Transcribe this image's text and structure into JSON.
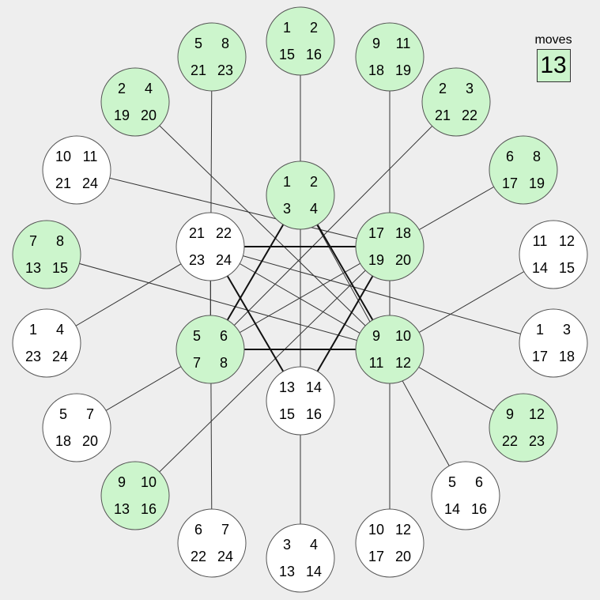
{
  "colors": {
    "background": "#eeeeee",
    "green": "#ccf5cc",
    "white": "#ffffff",
    "stroke": "#555555",
    "edge": "#333333",
    "triangle": "#111111"
  },
  "moves": {
    "label": "moves",
    "value": "13"
  },
  "nodes": [
    {
      "id": "center-top",
      "state": "green",
      "nums": [
        "1",
        "2",
        "3",
        "4"
      ]
    },
    {
      "id": "center-upper-right",
      "state": "green",
      "nums": [
        "17",
        "18",
        "19",
        "20"
      ]
    },
    {
      "id": "center-lower-right",
      "state": "green",
      "nums": [
        "9",
        "10",
        "11",
        "12"
      ]
    },
    {
      "id": "center-bottom",
      "state": "white",
      "nums": [
        "13",
        "14",
        "15",
        "16"
      ]
    },
    {
      "id": "center-lower-left",
      "state": "green",
      "nums": [
        "5",
        "6",
        "7",
        "8"
      ]
    },
    {
      "id": "center-upper-left",
      "state": "white",
      "nums": [
        "21",
        "22",
        "23",
        "24"
      ]
    },
    {
      "id": "outer-0",
      "state": "green",
      "nums": [
        "1",
        "2",
        "15",
        "16"
      ]
    },
    {
      "id": "outer-1",
      "state": "green",
      "nums": [
        "9",
        "11",
        "18",
        "19"
      ]
    },
    {
      "id": "outer-2",
      "state": "green",
      "nums": [
        "2",
        "3",
        "21",
        "22"
      ]
    },
    {
      "id": "outer-3",
      "state": "green",
      "nums": [
        "6",
        "8",
        "17",
        "19"
      ]
    },
    {
      "id": "outer-4",
      "state": "white",
      "nums": [
        "11",
        "12",
        "14",
        "15"
      ]
    },
    {
      "id": "outer-5",
      "state": "white",
      "nums": [
        "1",
        "3",
        "17",
        "18"
      ]
    },
    {
      "id": "outer-6",
      "state": "green",
      "nums": [
        "9",
        "12",
        "22",
        "23"
      ]
    },
    {
      "id": "outer-7",
      "state": "white",
      "nums": [
        "5",
        "6",
        "14",
        "16"
      ]
    },
    {
      "id": "outer-8",
      "state": "white",
      "nums": [
        "10",
        "12",
        "17",
        "20"
      ]
    },
    {
      "id": "outer-9",
      "state": "white",
      "nums": [
        "3",
        "4",
        "13",
        "14"
      ]
    },
    {
      "id": "outer-10",
      "state": "white",
      "nums": [
        "6",
        "7",
        "22",
        "24"
      ]
    },
    {
      "id": "outer-11",
      "state": "green",
      "nums": [
        "9",
        "10",
        "13",
        "16"
      ]
    },
    {
      "id": "outer-12",
      "state": "white",
      "nums": [
        "5",
        "7",
        "18",
        "20"
      ]
    },
    {
      "id": "outer-13",
      "state": "white",
      "nums": [
        "1",
        "4",
        "23",
        "24"
      ]
    },
    {
      "id": "outer-14",
      "state": "green",
      "nums": [
        "7",
        "8",
        "13",
        "15"
      ]
    },
    {
      "id": "outer-15",
      "state": "white",
      "nums": [
        "10",
        "11",
        "21",
        "24"
      ]
    },
    {
      "id": "outer-16",
      "state": "green",
      "nums": [
        "2",
        "4",
        "19",
        "20"
      ]
    },
    {
      "id": "outer-17",
      "state": "green",
      "nums": [
        "5",
        "8",
        "21",
        "23"
      ]
    }
  ],
  "edges": [
    [
      "outer-0",
      "center-bottom"
    ],
    [
      "outer-9",
      "center-top"
    ],
    [
      "outer-17",
      "center-lower-left"
    ],
    [
      "outer-10",
      "center-upper-left"
    ],
    [
      "outer-1",
      "center-lower-right"
    ],
    [
      "outer-8",
      "center-upper-right"
    ],
    [
      "outer-16",
      "center-lower-right"
    ],
    [
      "outer-2",
      "center-lower-left"
    ],
    [
      "outer-15",
      "center-upper-right"
    ],
    [
      "outer-14",
      "center-lower-right"
    ],
    [
      "outer-13",
      "center-upper-left"
    ],
    [
      "outer-12",
      "center-lower-left"
    ],
    [
      "outer-11",
      "center-upper-right"
    ],
    [
      "outer-3",
      "center-lower-left"
    ],
    [
      "outer-4",
      "center-lower-right"
    ],
    [
      "outer-5",
      "center-upper-left"
    ],
    [
      "outer-6",
      "center-upper-left"
    ],
    [
      "outer-7",
      "center-top"
    ]
  ],
  "triangles": [
    [
      "center-top",
      "center-lower-right",
      "center-lower-left"
    ],
    [
      "center-upper-left",
      "center-upper-right",
      "center-bottom"
    ]
  ]
}
